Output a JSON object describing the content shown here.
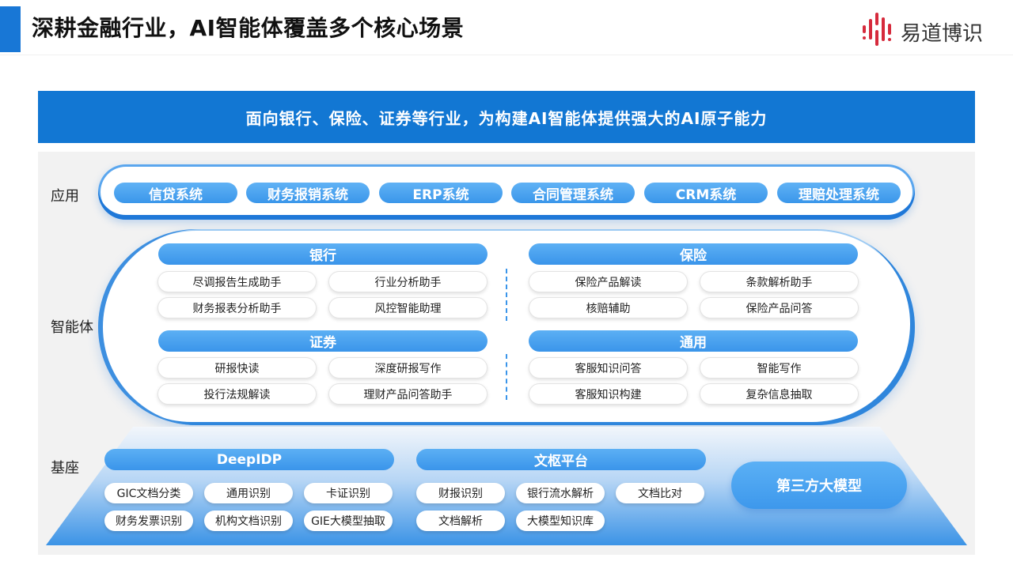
{
  "header": {
    "title": "深耕金融行业，AI智能体覆盖多个核心场景",
    "logo_text": "易道博识"
  },
  "banner": {
    "text": "面向银行、保险、证券等行业，为构建AI智能体提供强大的AI原子能力"
  },
  "labels": {
    "apps": "应用",
    "agents": "智能体",
    "base": "基座"
  },
  "apps": [
    "信贷系统",
    "财务报销系统",
    "ERP系统",
    "合同管理系统",
    "CRM系统",
    "理赔处理系统"
  ],
  "agents": {
    "bank": {
      "title": "银行",
      "items": [
        "尽调报告生成助手",
        "行业分析助手",
        "财务报表分析助手",
        "风控智能助理"
      ]
    },
    "insurance": {
      "title": "保险",
      "items": [
        "保险产品解读",
        "条款解析助手",
        "核赔辅助",
        "保险产品问答"
      ]
    },
    "securities": {
      "title": "证券",
      "items": [
        "研报快读",
        "深度研报写作",
        "投行法规解读",
        "理财产品问答助手"
      ]
    },
    "general": {
      "title": "通用",
      "items": [
        "客服知识问答",
        "智能写作",
        "客服知识构建",
        "复杂信息抽取"
      ]
    }
  },
  "base": {
    "deepidp": {
      "title": "DeepIDP",
      "items": [
        "GIC文档分类",
        "通用识别",
        "卡证识别",
        "财务发票识别",
        "机构文档识别",
        "GIE大模型抽取"
      ]
    },
    "platform": {
      "title": "文枢平台",
      "items": [
        "财报识别",
        "银行流水解析",
        "文档比对",
        "文档解析",
        "大模型知识库"
      ]
    },
    "third_party": "第三方大模型"
  },
  "colors": {
    "primary": "#1277d3",
    "pill": "#3a95ea",
    "panel": "#f2f2f2"
  }
}
